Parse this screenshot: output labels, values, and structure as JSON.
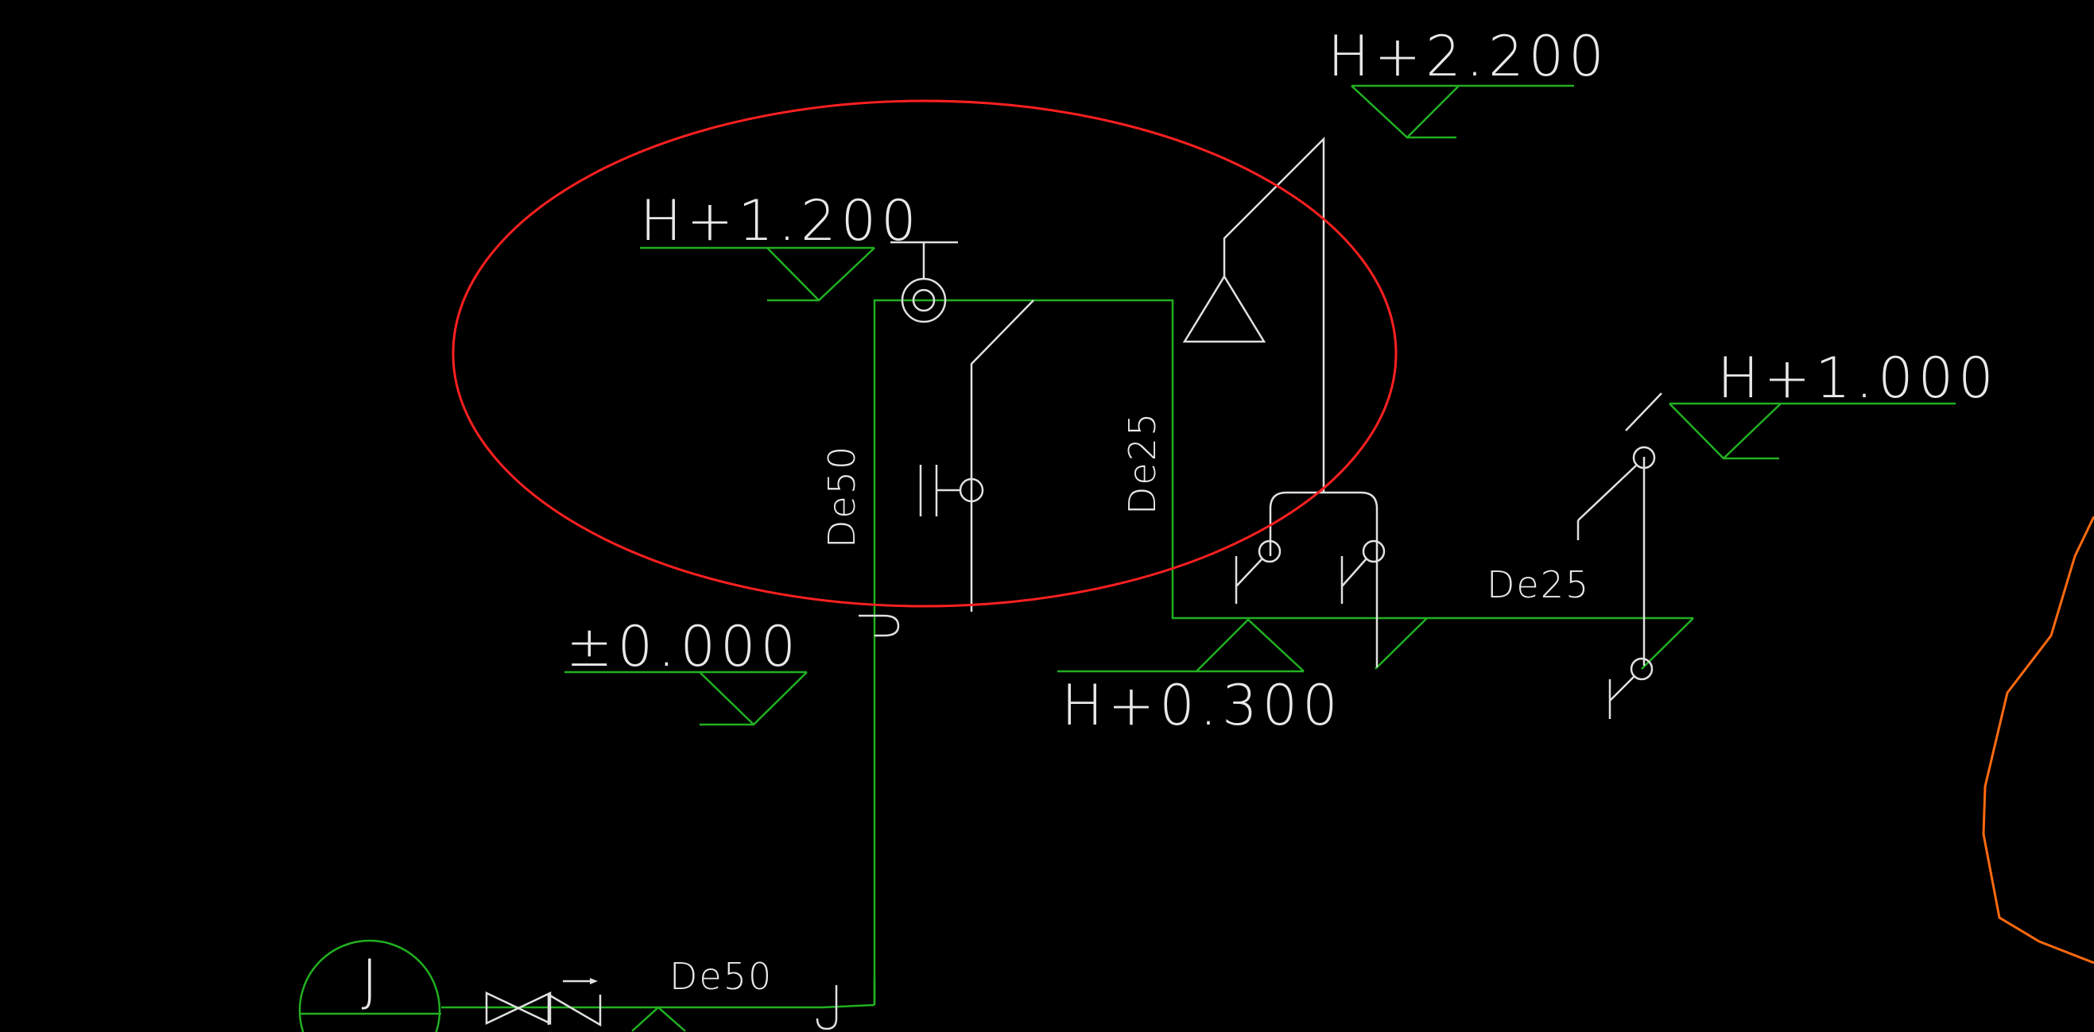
{
  "elevations": {
    "h_2_200": "H+2.200",
    "h_1_200": "H+1.200",
    "h_1_000": "H+1.000",
    "h_0_300": "H+0.300",
    "zero": "±0.000"
  },
  "pipes": {
    "de50_vertical": "De50",
    "de25_vertical": "De25",
    "de25_horizontal": "De25",
    "de50_bottom": "De50"
  },
  "meter": {
    "symbol": "J"
  },
  "colors": {
    "background": "#000000",
    "pipe": "#21b021",
    "fixture": "#e0e0e0",
    "highlight": "#ff2020",
    "boundary": "#ff6a10",
    "text": "#e8e8e8"
  }
}
